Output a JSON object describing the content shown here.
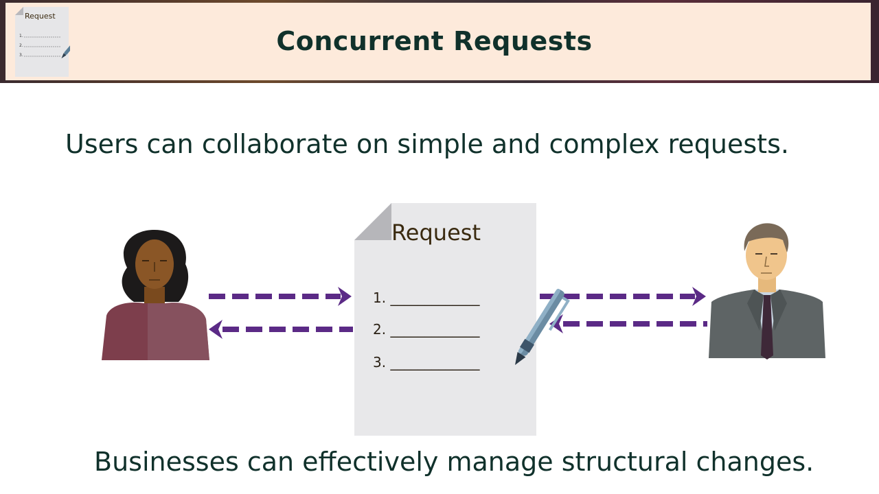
{
  "header": {
    "title": "Concurrent Requests",
    "mini_doc_title": "Request"
  },
  "main": {
    "subtitle": "Users can collaborate on simple and complex requests.",
    "footer": "Businesses can effectively manage structural changes."
  },
  "document": {
    "title": "Request",
    "lines": [
      "1. _____________",
      "2. _____________",
      "3. _____________"
    ]
  },
  "colors": {
    "arrow": "#5b2a86",
    "title_text": "#10312b",
    "banner": "#fdeadb",
    "paper": "#e8e8ea"
  },
  "icons": [
    "woman-avatar-icon",
    "man-avatar-icon",
    "pen-icon",
    "document-icon",
    "arrow-right-icon",
    "arrow-left-icon"
  ]
}
